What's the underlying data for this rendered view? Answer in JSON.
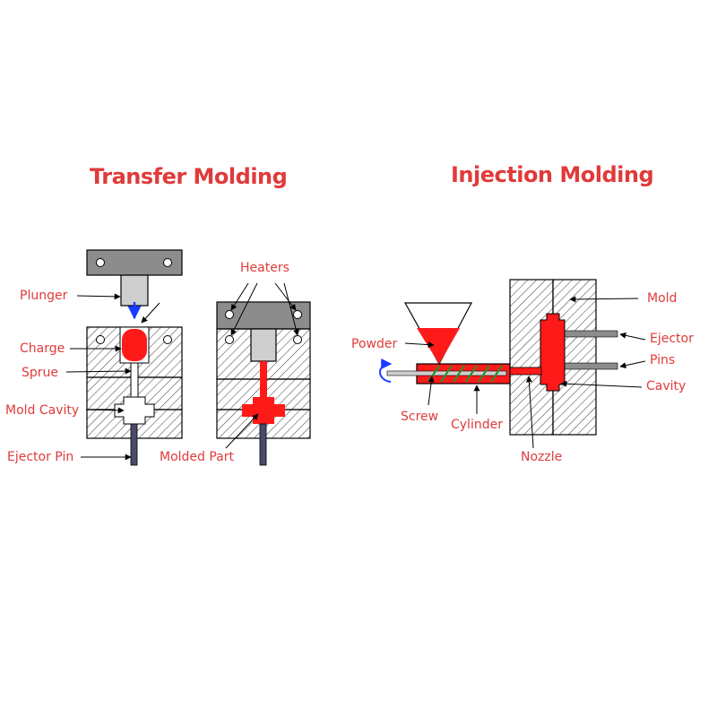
{
  "colors": {
    "accent_red": "#e03a3a",
    "melt_red": "#ff1a1a",
    "gray_block": "#8c8c8c",
    "light_gray": "#cfcfcf",
    "pin": "#4a4a6a",
    "arrow_blue": "#1a3cff"
  },
  "transfer": {
    "title": "Transfer Molding",
    "labels": {
      "plunger": "Plunger",
      "charge": "Charge",
      "sprue": "Sprue",
      "mold_cavity": "Mold Cavity",
      "ejector_pin": "Ejector Pin",
      "heaters": "Heaters",
      "molded_part": "Molded Part"
    }
  },
  "injection": {
    "title": "Injection Molding",
    "labels": {
      "powder": "Powder",
      "screw": "Screw",
      "cylinder": "Cylinder",
      "nozzle": "Nozzle",
      "mold": "Mold",
      "ejector": "Ejector",
      "pins": "Pins",
      "cavity": "Cavity"
    }
  }
}
